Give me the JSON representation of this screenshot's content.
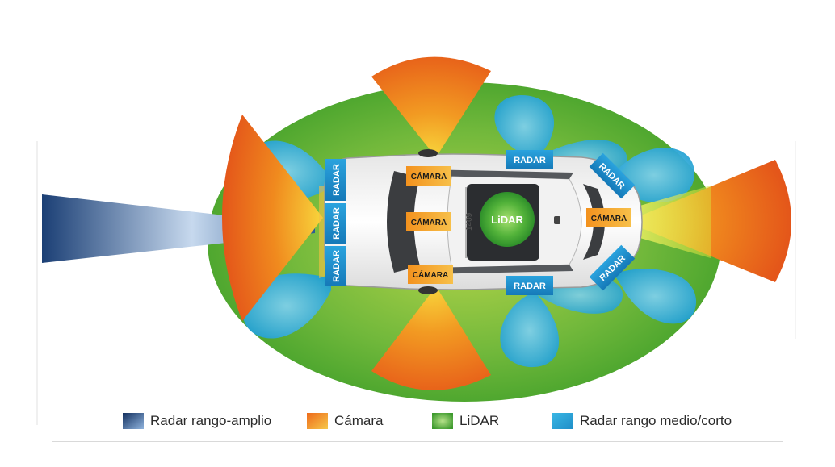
{
  "sensors": {
    "radar_label": "RADAR",
    "camera_label": "CÁMARA",
    "lidar_label": "LiDAR",
    "measure_label": "1409"
  },
  "legend": [
    {
      "label": "Radar rango-amplio",
      "icon": "wide-range-radar-swatch"
    },
    {
      "label": "Cámara",
      "icon": "camera-swatch"
    },
    {
      "label": "LiDAR",
      "icon": "lidar-swatch"
    },
    {
      "label": "Radar rango medio/corto",
      "icon": "mid-short-radar-swatch"
    }
  ],
  "colors": {
    "lidar_green": "#5fb135",
    "camera_orange": "#f07a10",
    "camera_yellow": "#f5d23c",
    "radar_blue": "#2aa5d4",
    "wide_radar_navy": "#1b3f75",
    "label_blue": "#1e8fcf",
    "label_orange": "#f39a1e"
  }
}
